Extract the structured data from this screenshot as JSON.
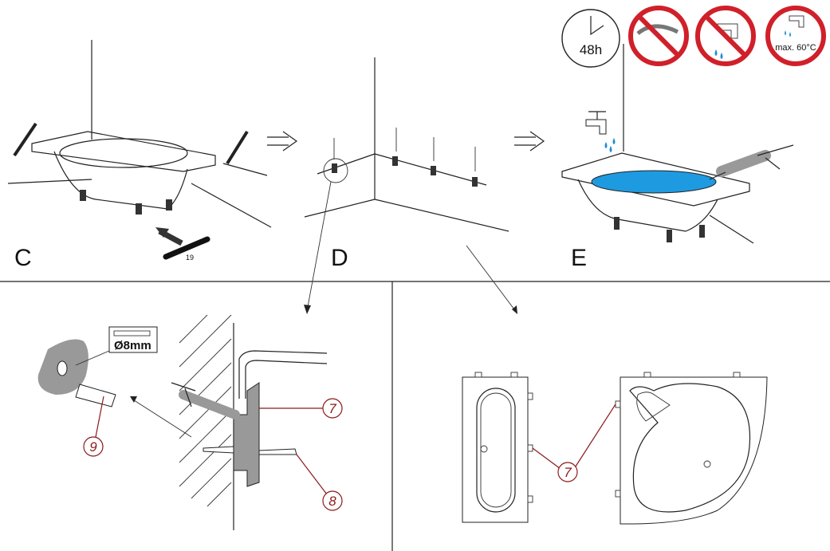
{
  "steps": {
    "c": "C",
    "d": "D",
    "e": "E"
  },
  "wrench_size": "19",
  "icons": {
    "clock_label": "48h",
    "max_temp_label": "max. 60°C",
    "prohibited_color": "#d0202a",
    "water_color": "#1e8fd6"
  },
  "drill_label": "Ø8mm",
  "callouts": {
    "part7": "7",
    "part8": "8",
    "part9": "9",
    "part7b": "7"
  },
  "colors": {
    "callout": "#8b1a1a",
    "bath_water": "#1e9be0",
    "wall_plate": "#999999"
  }
}
